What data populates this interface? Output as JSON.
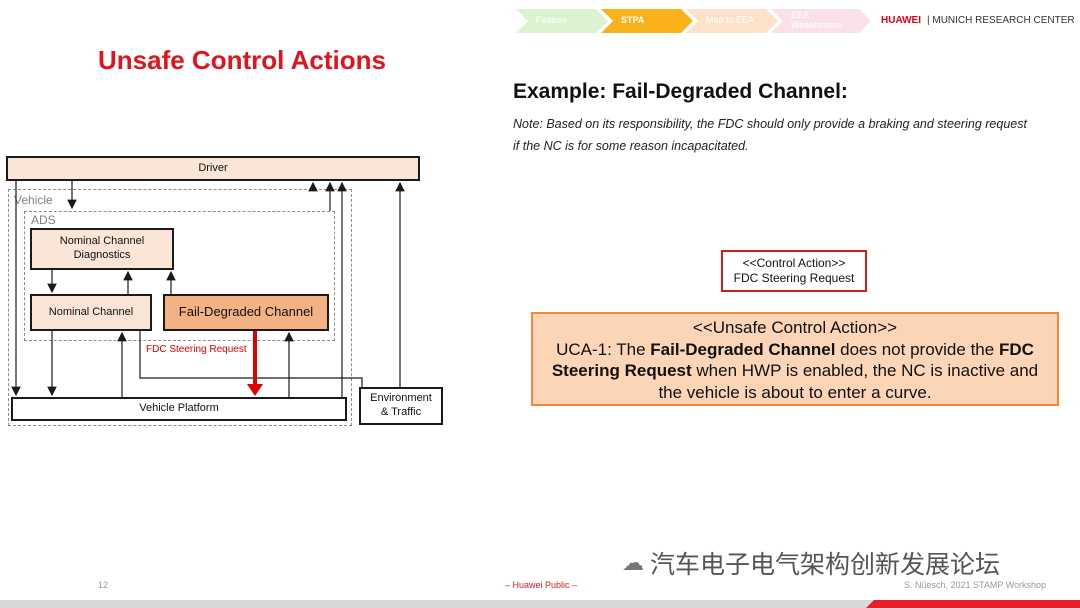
{
  "header": {
    "steps": [
      {
        "label": "Feature",
        "active": false,
        "color": "#dcf3d2"
      },
      {
        "label": "STPA",
        "active": true,
        "color": "#f9b21b"
      },
      {
        "label": "Map to EEA",
        "active": false,
        "color": "#fde1c9"
      },
      {
        "label": "EEA Weaknesses",
        "active": false,
        "color": "#fce0e8"
      }
    ],
    "brand": "HUAWEI",
    "center": "| MUNICH RESEARCH CENTER"
  },
  "title": "Unsafe Control Actions",
  "diagram": {
    "driver": "Driver",
    "vehicle": "Vehicle",
    "ads": "ADS",
    "diagnostics": "Nominal Channel Diagnostics",
    "nominal": "Nominal Channel",
    "fdc": "Fail-Degraded Channel",
    "fdc_request": "FDC Steering Request",
    "platform": "Vehicle Platform",
    "environment": "Environment & Traffic"
  },
  "example": {
    "heading": "Example: Fail-Degraded Channel:",
    "note": "Note: Based on its responsibility, the FDC should only provide a braking and steering request if the NC is for some reason incapacitated.",
    "control_action": {
      "stereotype": "<<Control Action>>",
      "name": "FDC Steering Request"
    },
    "uca": {
      "stereotype": "<<Unsafe Control Action>>",
      "p1": "UCA-1: The ",
      "b1": "Fail-Degraded Channel",
      "p2": " does not provide the ",
      "b2": "FDC Steering Request",
      "p3": " when HWP is enabled, the NC is inactive and the vehicle is about to enter a curve."
    }
  },
  "footer": {
    "page": "12",
    "classification": "– Huawei Public –",
    "credit": "S. Nüesch, 2021 STAMP Workshop"
  },
  "watermark": "汽车电子电气架构创新发展论坛"
}
